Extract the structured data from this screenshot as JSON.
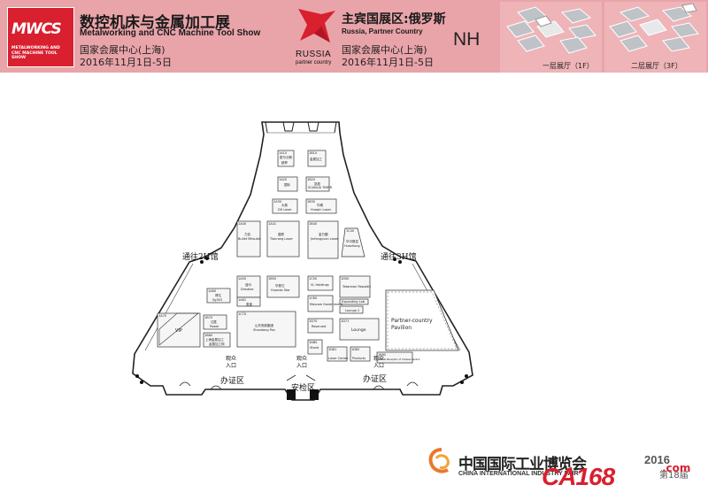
{
  "header": {
    "logo_text": "MWCS",
    "logo_subtext": "METALWORKING AND CNC MACHINE TOOL SHOW",
    "show_name_cn": "数控机床与金属加工展",
    "show_name_en": "Metalworking and CNC Machine Tool Show",
    "venue": "国家会展中心(上海)",
    "dates": "2016年11月1日-5日",
    "partner_country_logo": "RUSSIA",
    "partner_country_logo_sub": "partner country",
    "partner_pavilion_cn": "主宾国展区:俄罗斯",
    "partner_pavilion_en": "Russia, Partner Country",
    "partner_venue": "国家会展中心(上海)",
    "partner_dates": "2016年11月1日-5日",
    "hall_code": "NH"
  },
  "mini_maps": [
    {
      "label": "一层展厅（1F）",
      "highlight": "#ffffff"
    },
    {
      "label": "二层展厅（3F）",
      "highlight": "#ffffff"
    }
  ],
  "floorplan": {
    "left_passage": "通往2H馆",
    "right_passage": "通往3H馆",
    "visitor_entrance_left": [
      "观众",
      "入口"
    ],
    "visitor_entrance_center": [
      "观众",
      "入口"
    ],
    "visitor_entrance_right": [
      "观众",
      "入口"
    ],
    "registration_left": "办证区",
    "registration_right": "办证区",
    "security": "安检区",
    "booths": [
      {
        "id": "1A10",
        "cn": "霍尔沃斯",
        "en": "欧菲"
      },
      {
        "id": "1B10",
        "cn": "金属加工",
        "en": ""
      },
      {
        "id": "1A20",
        "cn": "国际",
        "en": ""
      },
      {
        "id": "1B20",
        "cn": "凯庭",
        "en": "SCANLIA TIMER"
      },
      {
        "id": "1A30",
        "cn": "大族",
        "en": "DX Laser"
      },
      {
        "id": "1B30",
        "cn": "华威",
        "en": "Huaqin Laser"
      },
      {
        "id": "1A40",
        "cn": "力劲",
        "en": "Bullet Mitsubis"
      },
      {
        "id": "1A41",
        "cn": "嘉联",
        "en": "Tianrong Laser"
      },
      {
        "id": "1B40",
        "cn": "金方圆",
        "en": "Jinfangyuan Laser"
      },
      {
        "id": "1C40",
        "cn": "华中数控",
        "en": "Huazhong"
      },
      {
        "id": "1A50",
        "cn": "迪马",
        "en": "Dimatec"
      },
      {
        "id": "1B50",
        "cn": "华曼达",
        "en": "Huanda Star"
      },
      {
        "id": "1C50",
        "cn": "",
        "en": "VL Holdings"
      },
      {
        "id": "1D50",
        "cn": "",
        "en": "Tatarstan Republic"
      },
      {
        "id": "1A60",
        "cn": "博达",
        "en": "Sg303"
      },
      {
        "id": "1A61",
        "cn": "惠宝",
        "en": ""
      },
      {
        "id": "1C60",
        "cn": "",
        "en": "Moscow Government"
      },
      {
        "id": "1D60",
        "cn": "",
        "en": "Expanding Lab"
      },
      {
        "id": "1D61",
        "cn": "",
        "en": "Lounge 2"
      },
      {
        "id": "1A70",
        "cn": "",
        "en": "VIP"
      },
      {
        "id": "1B70",
        "cn": "达胜",
        "en": "Power"
      },
      {
        "id": "1C70",
        "cn": "山东鲁韵集团",
        "en": "Shandong Pav"
      },
      {
        "id": "1D70",
        "cn": "",
        "en": "Reserved"
      },
      {
        "id": "1D71",
        "cn": "",
        "en": "Lounge"
      },
      {
        "id": "1B80",
        "cn": "上海金属加工",
        "en": "金属加工网"
      },
      {
        "id": "1D80",
        "cn": "",
        "en": "Stand"
      },
      {
        "id": "1D81",
        "cn": "",
        "en": "Laser Center"
      },
      {
        "id": "1D82",
        "cn": "",
        "en": "Products"
      },
      {
        "id": "1E80",
        "cn": "",
        "en": "Official Reception of Chelsea Kazakh"
      }
    ],
    "pavilion_label": [
      "Partner-country",
      "Pavilion"
    ]
  },
  "footer": {
    "fair_name_cn": "中国国际工业博览会",
    "fair_name_en": "CHINA INTERNATIONAL INDUSTRY FAIR",
    "year": "2016",
    "edition": "第18届",
    "watermark": "CA168",
    "watermark_site": ".com"
  },
  "colors": {
    "header_bg": "#e9a4a9",
    "logo_red": "#d8202f",
    "plan_line": "#222222",
    "booth_fill": "#f6f6f6"
  }
}
